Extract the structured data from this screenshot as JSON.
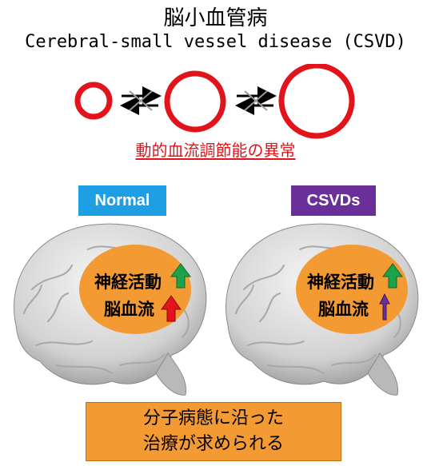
{
  "header": {
    "title_ja": "脳小血管病",
    "title_en": "Cerebral-small vessel disease (CSVD)"
  },
  "dynamic_label": "動的血流調節能の異常",
  "panels": {
    "normal": {
      "badge": "Normal",
      "badge_color": "#1e9fe3",
      "neural": "神経活動",
      "flow": "脳血流",
      "neural_arrow": "up-arrow-icon",
      "flow_arrow": "up-arrow-icon"
    },
    "csvd": {
      "badge": "CSVDs",
      "badge_color": "#6b2f9a",
      "neural": "神経活動",
      "flow": "脳血流",
      "neural_arrow": "up-arrow-icon",
      "flow_arrow": "thin-up-arrow-icon"
    }
  },
  "conclusion": {
    "line1": "分子病態に沿った",
    "line2": "治療が求められる"
  },
  "colors": {
    "vessel_red": "#e3131b",
    "oval_orange": "#f39a33",
    "arrow_green": "#1aa34a",
    "arrow_red": "#e3131b",
    "arrow_purple": "#6b2f9a"
  }
}
